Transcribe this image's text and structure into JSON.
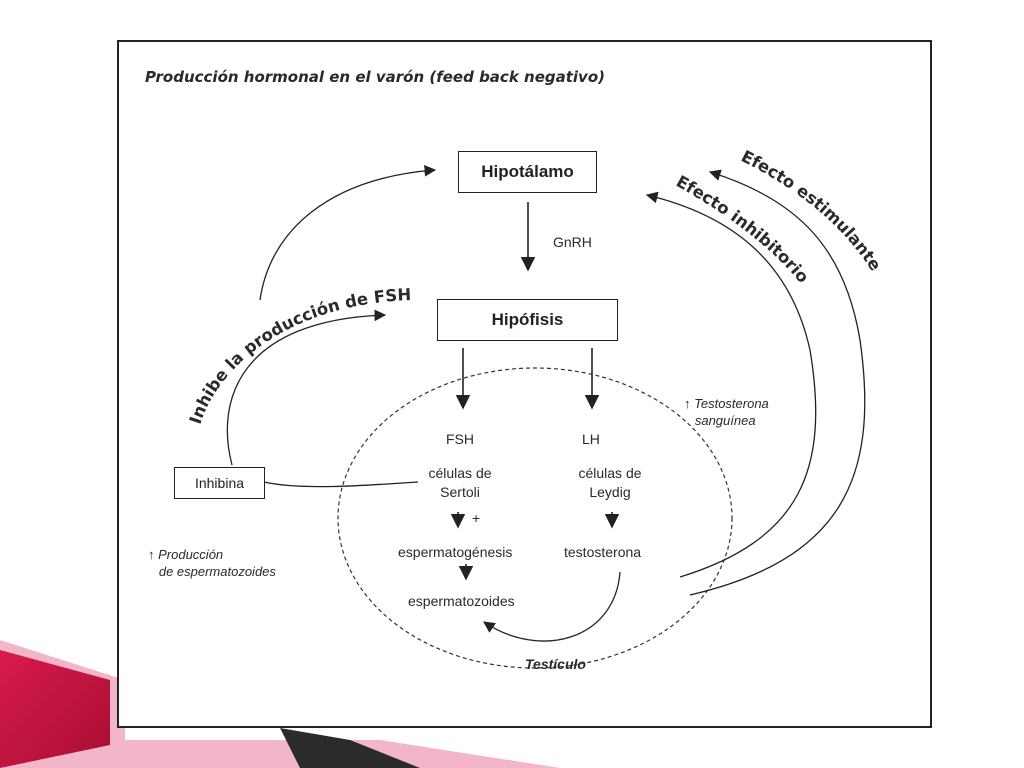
{
  "title": "Producción hormonal en el varón (feed back negativo)",
  "nodes": {
    "hipotalamo": "Hipotálamo",
    "hipofisis": "Hipófisis",
    "inhibina": "Inhibina",
    "gnrh": "GnRH",
    "fsh": "FSH",
    "lh": "LH",
    "sertoli": "células de\nSertoli",
    "leydig": "células de\nLeydig",
    "plus": "+",
    "espermatogenesis": "espermatogénesis",
    "testosterona": "testosterona",
    "espermatozoides": "espermatozoides",
    "testiculo": "Testículo"
  },
  "notes": {
    "testosterona_sanguinea": "↑ Testosterona\n   sanguínea",
    "produccion_espermatozoides": "↑ Producción\n   de espermatozoides"
  },
  "curved_labels": {
    "inhibe": "Inhibe la producción de FSH",
    "efecto_inhibitorio": "Efecto inhibitorio",
    "efecto_estimulante": "Efecto estimulante"
  },
  "colors": {
    "accent_red": "#c8103c",
    "accent_pink": "#e85a8a",
    "light_pink": "#f9d7e3",
    "ink": "#222222"
  }
}
